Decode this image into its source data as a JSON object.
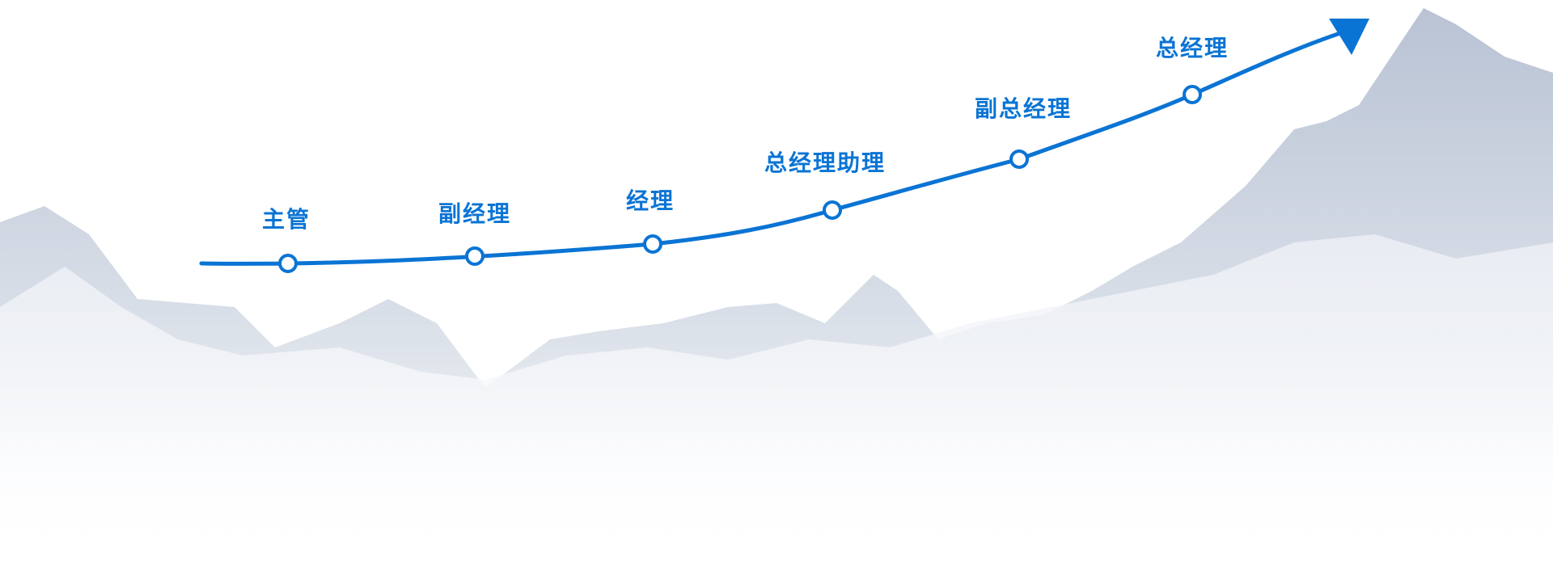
{
  "accent_color": "#0a74d4",
  "stages": [
    {
      "label": "主管"
    },
    {
      "label": "副经理"
    },
    {
      "label": "经理"
    },
    {
      "label": "总经理助理"
    },
    {
      "label": "副总经理"
    },
    {
      "label": "总经理"
    }
  ]
}
